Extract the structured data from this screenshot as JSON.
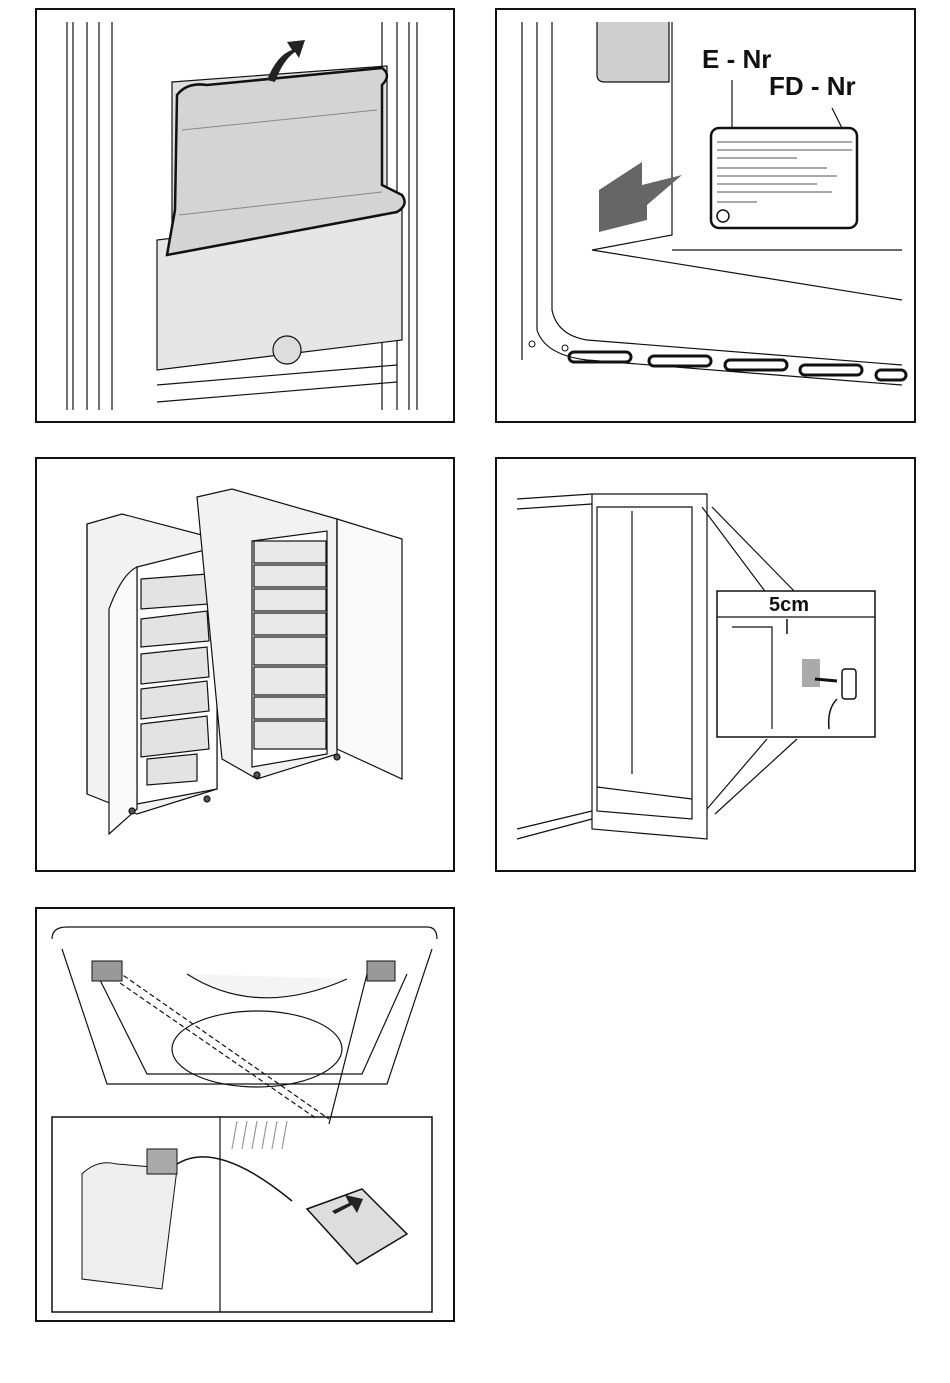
{
  "figures": [
    {
      "id": "fig1",
      "caption": ""
    },
    {
      "id": "fig2",
      "caption": "",
      "labels": {
        "e_nr": "E - Nr",
        "fd_nr": "FD - Nr"
      }
    },
    {
      "id": "fig3",
      "caption": ""
    },
    {
      "id": "fig4",
      "caption": "",
      "labels": {
        "distance": "5cm"
      }
    },
    {
      "id": "fig5",
      "caption": ""
    }
  ],
  "colors": {
    "line": "#111111",
    "fill_gray": "#d9d9d9",
    "dark_gray": "#555555"
  }
}
